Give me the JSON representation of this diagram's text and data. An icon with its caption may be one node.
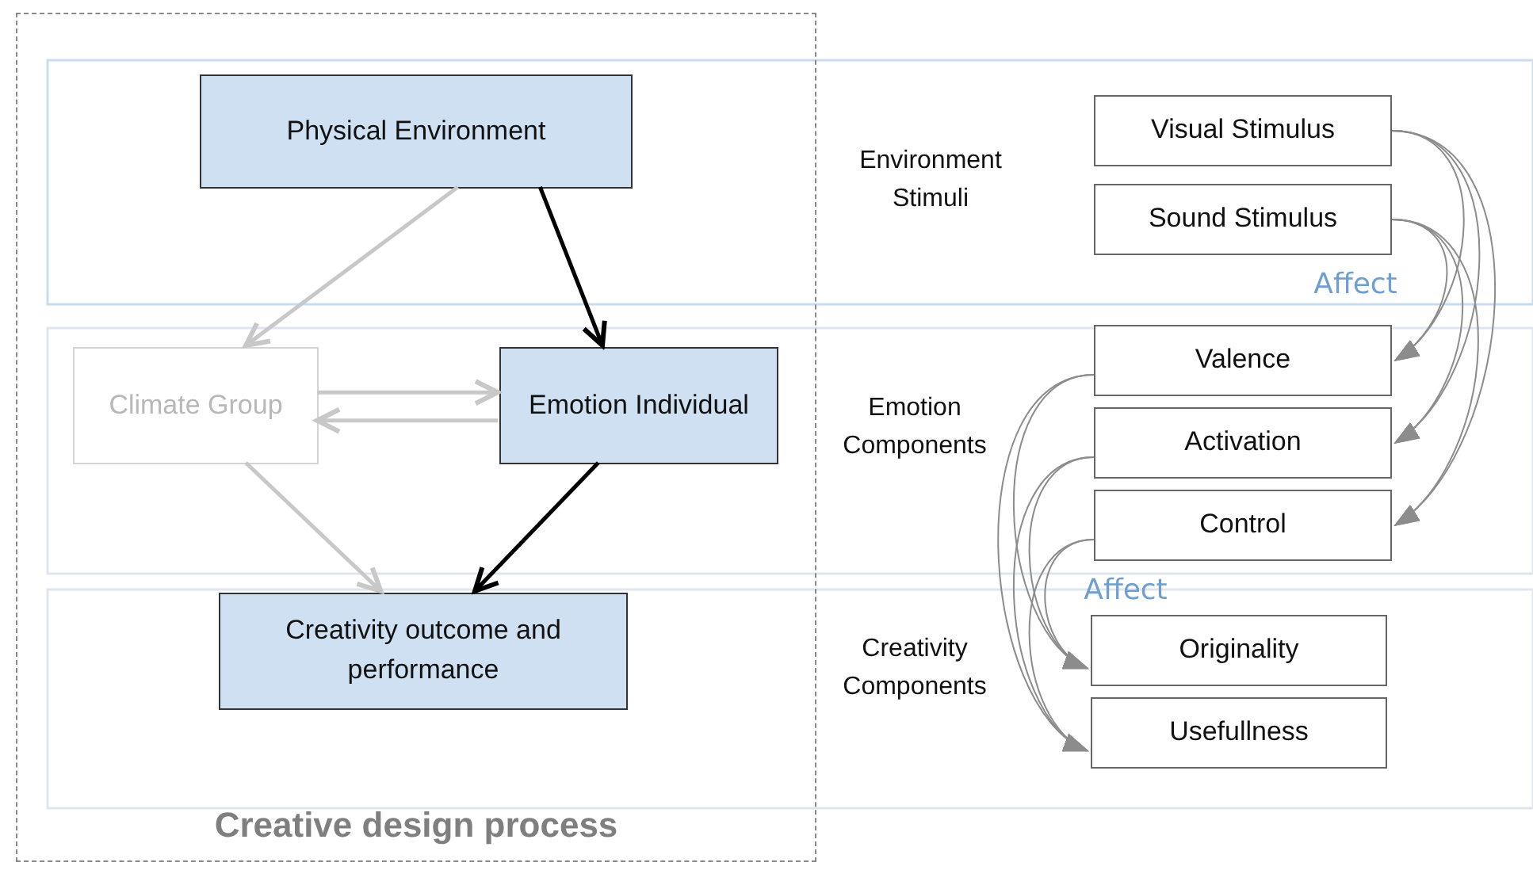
{
  "diagram": {
    "nodes": [
      {
        "text": [
          "Creative design process"
        ]
      },
      {
        "text": [
          "Physical Environment"
        ],
        "in": 0
      },
      {
        "text": [
          "Climate Group"
        ],
        "in": 0
      },
      {
        "text": [
          "Emotion Individual"
        ],
        "in": 0
      },
      {
        "text": [
          "Creativity outcome and performance"
        ],
        "in": 0
      },
      {
        "text": [
          "Visual Stimulus"
        ]
      },
      {
        "text": [
          "Sound Stimulus"
        ]
      },
      {
        "text": [
          "Valence"
        ]
      },
      {
        "text": [
          "Activation"
        ]
      },
      {
        "text": [
          "Control"
        ]
      },
      {
        "text": [
          "Originality"
        ]
      },
      {
        "text": [
          "Usefullness"
        ]
      }
    ],
    "edges": [
      {
        "from": 1,
        "to": 2,
        "arrow": "to",
        "style": "thick",
        "color": "#c8c8c8"
      },
      {
        "from": 1,
        "to": 3,
        "arrow": "to",
        "style": "thick",
        "color": "#000000"
      },
      {
        "from": 2,
        "to": 3,
        "arrow": "to",
        "style": "thick",
        "color": "#c8c8c8"
      },
      {
        "from": 3,
        "to": 2,
        "arrow": "to",
        "style": "thick",
        "color": "#c8c8c8"
      },
      {
        "from": 2,
        "to": 4,
        "arrow": "to",
        "style": "thick",
        "color": "#c8c8c8"
      },
      {
        "from": 3,
        "to": 4,
        "arrow": "to",
        "style": "thick",
        "color": "#000000"
      },
      {
        "from": 5,
        "to": 7,
        "arrow": "to"
      },
      {
        "from": 5,
        "to": 8,
        "arrow": "to"
      },
      {
        "from": 5,
        "to": 9,
        "arrow": "to"
      },
      {
        "from": 6,
        "to": 7,
        "arrow": "to"
      },
      {
        "from": 6,
        "to": 8,
        "arrow": "to"
      },
      {
        "from": 6,
        "to": 9,
        "arrow": "to"
      },
      {
        "from": 7,
        "to": 10,
        "arrow": "to"
      },
      {
        "from": 7,
        "to": 11,
        "arrow": "to"
      },
      {
        "from": 8,
        "to": 10,
        "arrow": "to"
      },
      {
        "from": 8,
        "to": 11,
        "arrow": "to"
      },
      {
        "from": 9,
        "to": 10,
        "arrow": "to"
      },
      {
        "from": 9,
        "to": 11,
        "arrow": "to"
      }
    ],
    "labels": [
      "Environment Stimuli",
      "Affect",
      "Emotion Components",
      "Affect",
      "Creativity Components"
    ]
  }
}
